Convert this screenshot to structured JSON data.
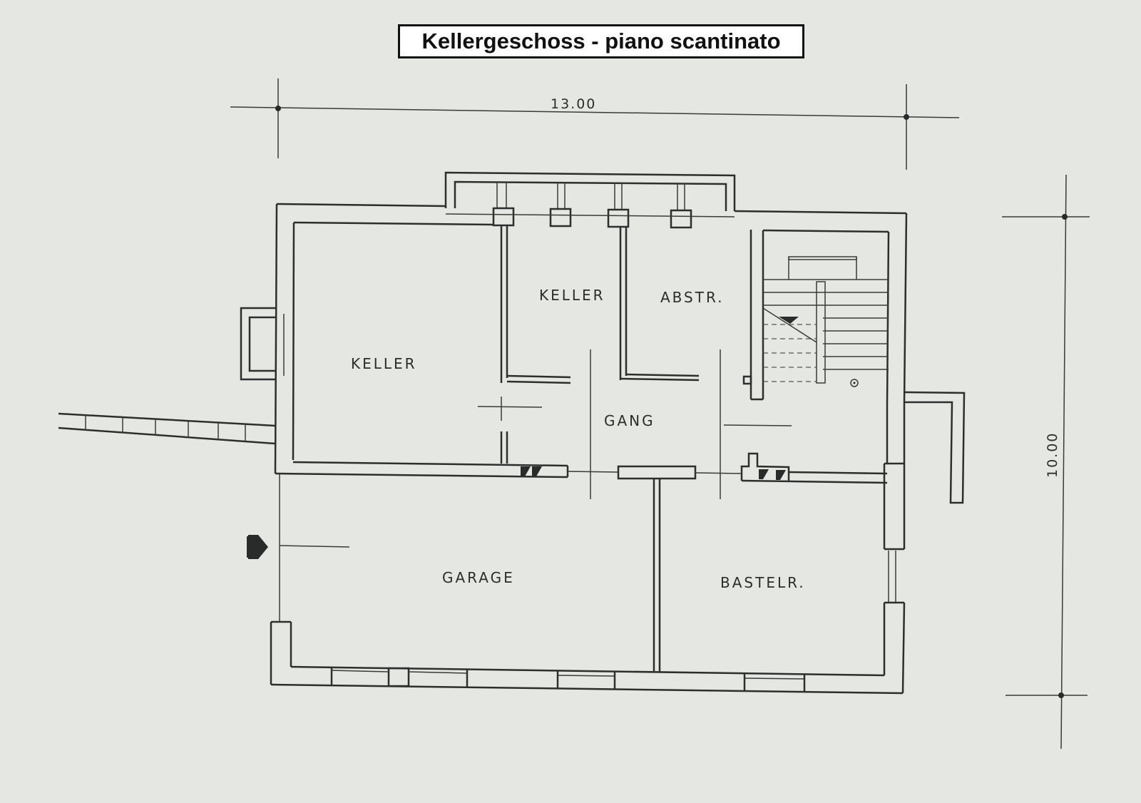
{
  "title": "Kellergeschoss - piano scantinato",
  "dimensions": {
    "width": "13.00",
    "depth": "10.00"
  },
  "rooms": {
    "keller_large": "KELLER",
    "keller_small": "KELLER",
    "abstr": "ABSTR.",
    "gang": "GANG",
    "garage": "GARAGE",
    "bastelr": "BASTELR."
  },
  "icons": {
    "entrance": "entrance-arrow-icon",
    "stair": "staircase-icon"
  },
  "colors": {
    "paper": "#e4e7e2",
    "ink": "#2e2e2e",
    "title_background": "#ffffff"
  }
}
